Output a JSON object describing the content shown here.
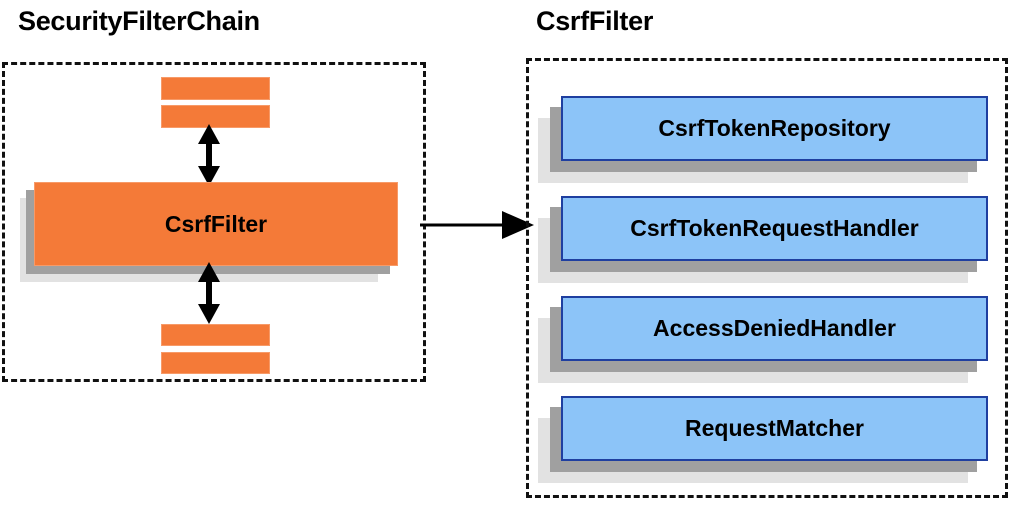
{
  "diagram": {
    "type": "architecture-component-diagram",
    "panels": [
      {
        "id": "security-filter-chain",
        "title": "SecurityFilterChain",
        "kind": "dashed-group",
        "highlighted_component": "CsrfFilter",
        "placeholder_filters_above": 2,
        "placeholder_filters_below": 2
      },
      {
        "id": "csrf-filter",
        "title": "CsrfFilter",
        "kind": "dashed-group",
        "components": [
          "CsrfTokenRepository",
          "CsrfTokenRequestHandler",
          "AccessDeniedHandler",
          "RequestMatcher"
        ]
      }
    ],
    "connections": [
      {
        "from": "filters-above",
        "to": "CsrfFilter",
        "style": "double-headed-vertical"
      },
      {
        "from": "CsrfFilter",
        "to": "filters-below",
        "style": "double-headed-vertical"
      },
      {
        "from": "CsrfFilter",
        "to": "csrf-filter-panel",
        "style": "single-headed-horizontal"
      }
    ]
  },
  "titles": {
    "left": "SecurityFilterChain",
    "right": "CsrfFilter"
  },
  "left_panel": {
    "main_box_label": "CsrfFilter"
  },
  "right_panel": {
    "boxes": [
      {
        "label": "CsrfTokenRepository"
      },
      {
        "label": "CsrfTokenRequestHandler"
      },
      {
        "label": "AccessDeniedHandler"
      },
      {
        "label": "RequestMatcher"
      }
    ]
  },
  "colors": {
    "orange_fill": "#F47A38",
    "orange_border": "#F79A68",
    "blue_fill": "#8CC4F8",
    "blue_border": "#1F3FA0",
    "shadow_dark": "#A0A0A0",
    "shadow_light": "#E2E2E2",
    "stroke": "#111111",
    "background": "#FFFFFF"
  }
}
